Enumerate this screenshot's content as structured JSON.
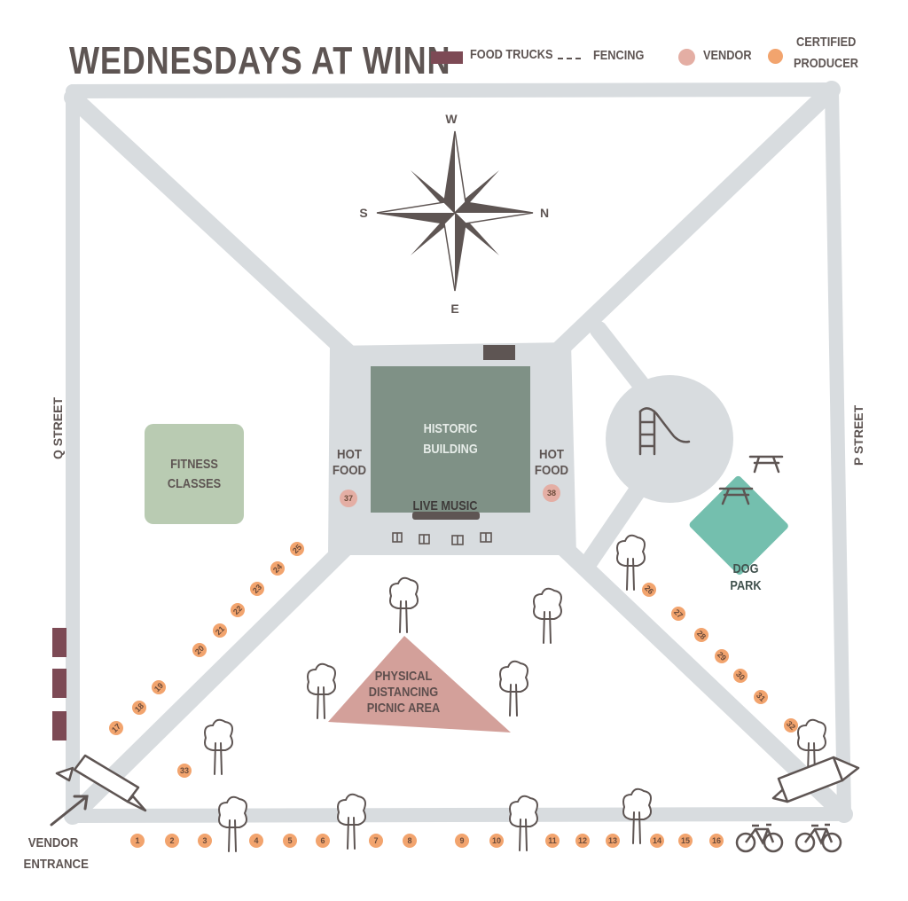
{
  "title": "WEDNESDAYS AT WINN",
  "legend": {
    "food_trucks": "FOOD TRUCKS",
    "fencing": "FENCING",
    "vendor": "VENDOR",
    "certified_producer_line1": "CERTIFIED",
    "certified_producer_line2": "PRODUCER"
  },
  "colors": {
    "path": "#d8dcdf",
    "building": "#7f9186",
    "fitness": "#b9cbb2",
    "dog_park": "#74bfae",
    "picnic": "#d3a09a",
    "food_truck": "#7d4a55",
    "vendor": "#e4aea4",
    "producer": "#f2a46e",
    "ink": "#5e5553"
  },
  "compass": {
    "top": "W",
    "right": "N",
    "bottom": "E",
    "left": "S"
  },
  "streets": {
    "left": "Q STREET",
    "right": "P STREET"
  },
  "areas": {
    "building_line1": "HISTORIC",
    "building_line2": "BUILDING",
    "live_music": "LIVE MUSIC",
    "hot_food_left_line1": "HOT",
    "hot_food_left_line2": "FOOD",
    "hot_food_right_line1": "HOT",
    "hot_food_right_line2": "FOOD",
    "fitness_line1": "FITNESS",
    "fitness_line2": "CLASSES",
    "dog_park_line1": "DOG",
    "dog_park_line2": "PARK",
    "picnic_line1": "PHYSICAL",
    "picnic_line2": "DISTANCING",
    "picnic_line3": "PICNIC AREA",
    "vendor_entrance_line1": "VENDOR",
    "vendor_entrance_line2": "ENTRANCE"
  },
  "stalls": {
    "producer_bottom": [
      "1",
      "2",
      "3",
      "4",
      "5",
      "6",
      "7",
      "8",
      "9",
      "10",
      "11",
      "12",
      "13",
      "14",
      "15",
      "16"
    ],
    "left_diagonal": [
      "17",
      "18",
      "19",
      "20",
      "21",
      "22",
      "23",
      "24",
      "25"
    ],
    "right_diagonal": [
      "26",
      "27",
      "28",
      "29",
      "30",
      "31",
      "32"
    ],
    "misc": [
      "33"
    ],
    "hot_food": [
      "37",
      "38"
    ]
  }
}
